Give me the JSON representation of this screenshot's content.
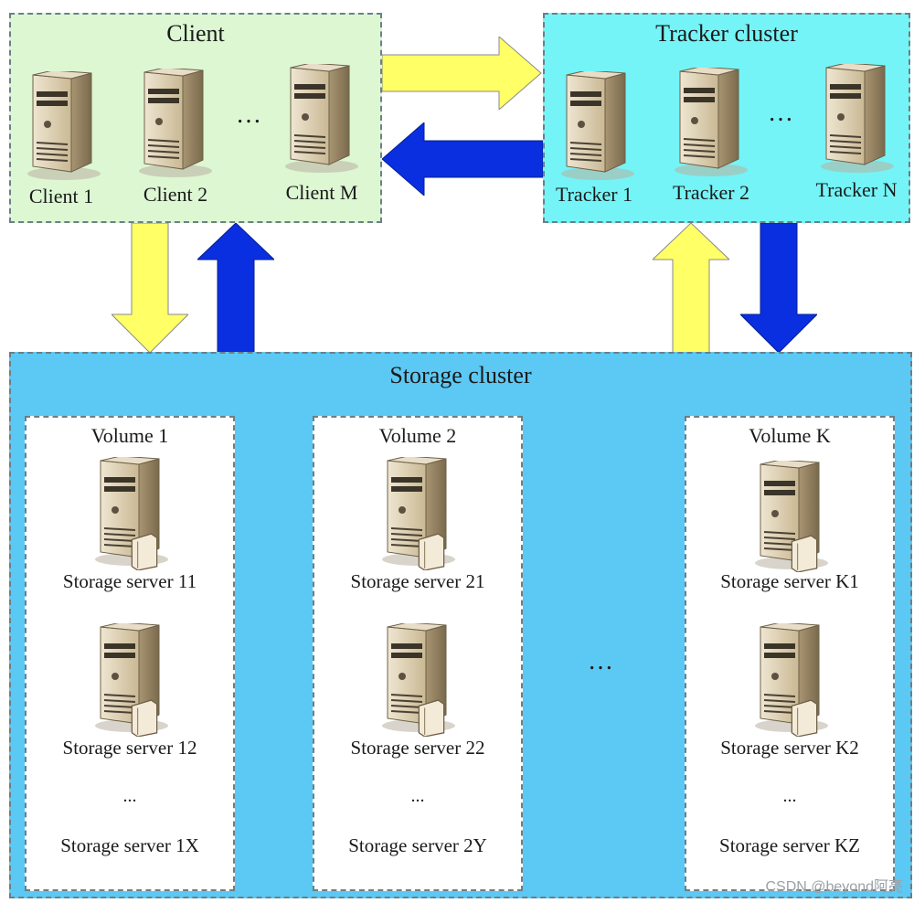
{
  "client": {
    "title": "Client",
    "servers": [
      "Client 1",
      "Client 2",
      "Client M"
    ],
    "ellipsis": "…"
  },
  "tracker": {
    "title": "Tracker cluster",
    "servers": [
      "Tracker 1",
      "Tracker 2",
      "Tracker N"
    ],
    "ellipsis": "…"
  },
  "storage": {
    "title": "Storage cluster",
    "between_volumes": "…",
    "volumes": [
      {
        "title": "Volume 1",
        "servers": [
          "Storage server 11",
          "Storage server 12"
        ],
        "ellipsis": "...",
        "last": "Storage server 1X"
      },
      {
        "title": "Volume 2",
        "servers": [
          "Storage server 21",
          "Storage server 22"
        ],
        "ellipsis": "...",
        "last": "Storage server 2Y"
      },
      {
        "title": "Volume K",
        "servers": [
          "Storage server K1",
          "Storage server K2"
        ],
        "ellipsis": "...",
        "last": "Storage server KZ"
      }
    ]
  },
  "watermark": "CSDN @beyond阿亮",
  "colors": {
    "client_bg": "#dcf7d2",
    "tracker_bg": "#74f4f7",
    "storage_bg": "#5cc8f4",
    "request_arrow": "#ffff66",
    "response_arrow": "#0a2fe0"
  }
}
